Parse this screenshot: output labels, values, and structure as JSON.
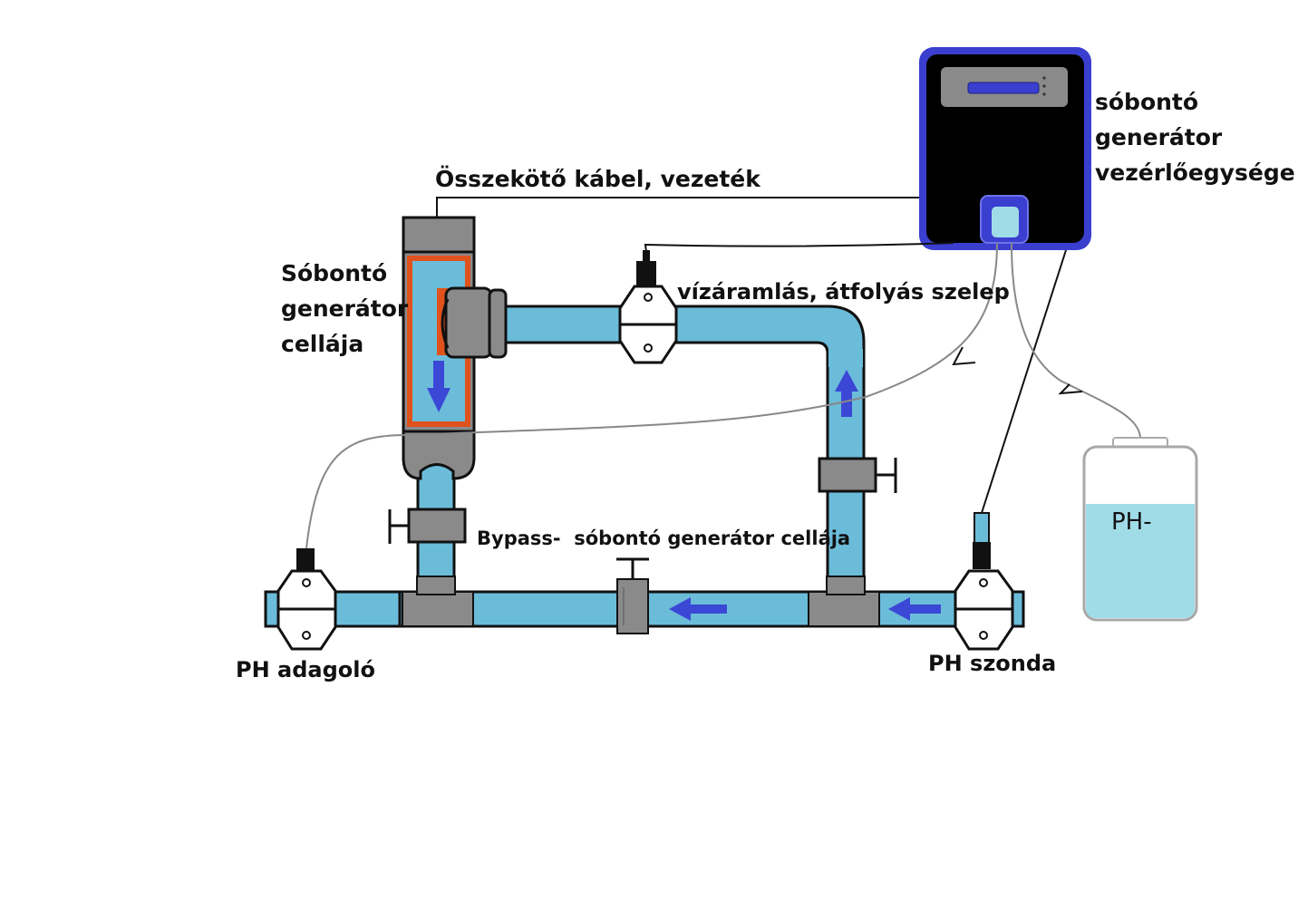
{
  "labels": {
    "cable": "Összekötő kábel, vezeték",
    "cell_line1": "Sóbontó",
    "cell_line2": "generátor",
    "cell_line3": "cellája",
    "control_line1": "sóbontó",
    "control_line2": "generátor",
    "control_line3": "vezérlőegysége",
    "flow_valve": "vízáramlás, átfolyás szelep",
    "bypass": "Bypass-  sóbontó generátor cellája",
    "ph_dosing": "PH adagoló",
    "ph_probe": "PH szonda",
    "tank": "PH-"
  },
  "colors": {
    "pipe": "#6bbcd9",
    "fitting": "#8a8a8a",
    "cell_border": "#e0521c",
    "arrow": "#3b48d6",
    "control_frame": "#3a3fd0",
    "control_body": "#000000",
    "tank_liquid": "#a0dce8"
  }
}
